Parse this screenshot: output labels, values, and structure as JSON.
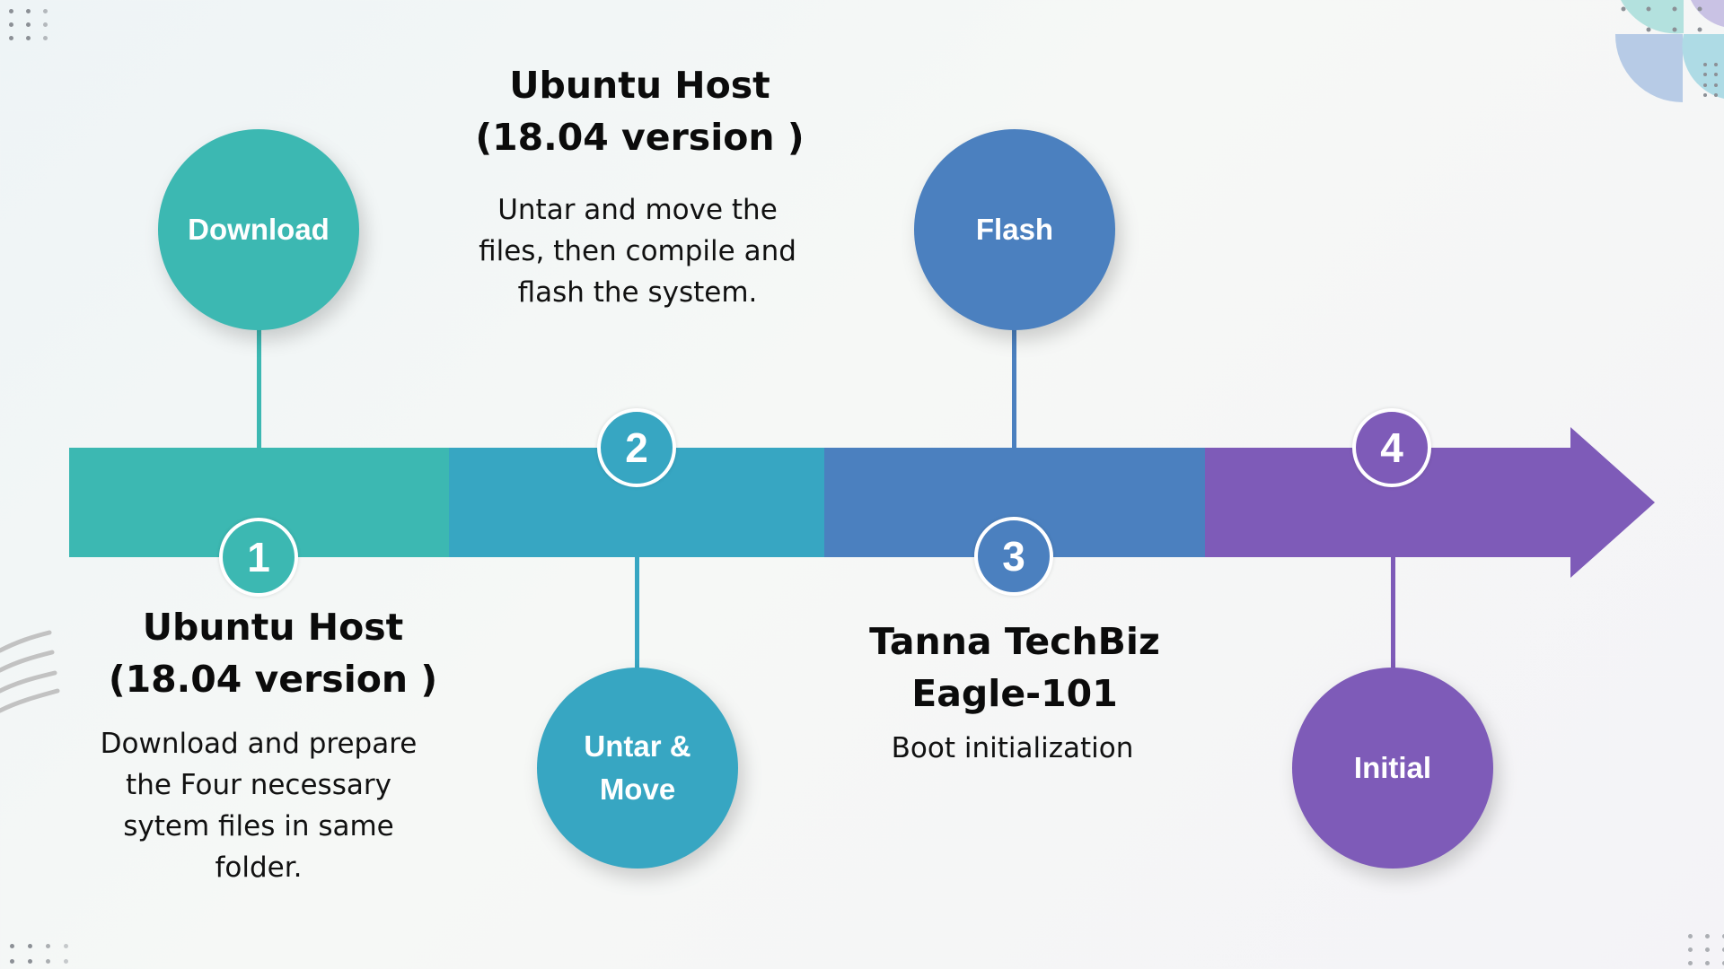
{
  "colors": {
    "background": "#F3F6F5",
    "step1": "#3CB8B2",
    "step2": "#37A6C2",
    "step3": "#4B80BF",
    "step4": "#7E5BB8",
    "text": "#0B0B0B",
    "circle_text": "#FFFFFF"
  },
  "timeline": {
    "direction": "left-to-right",
    "steps": [
      {
        "number": "1",
        "circle_label": "Download",
        "circle_position": "above",
        "title_line1": "Ubuntu Host",
        "title_line2": "(18.04 version )",
        "description_lines": [
          "Download and prepare",
          "the Four necessary",
          "sytem files in same",
          "folder."
        ]
      },
      {
        "number": "2",
        "circle_label_line1": "Untar &",
        "circle_label_line2": "Move",
        "circle_position": "below",
        "title_line1": "Ubuntu Host",
        "title_line2": "(18.04 version )",
        "description_lines": [
          "Untar and move the",
          "files, then compile and",
          "flash the system."
        ]
      },
      {
        "number": "3",
        "circle_label": "Flash",
        "circle_position": "above",
        "title_line1": "Tanna TechBiz",
        "title_line2": "Eagle-101",
        "description_lines": [
          "Boot initialization"
        ]
      },
      {
        "number": "4",
        "circle_label": "Initial",
        "circle_position": "below"
      }
    ]
  },
  "decorations": {
    "corner_top_right": "quarter-circle-pattern",
    "dot_grids": [
      "top-left",
      "bottom-left",
      "bottom-right",
      "top-right"
    ],
    "wavy_lines_left": "wave-lines"
  }
}
